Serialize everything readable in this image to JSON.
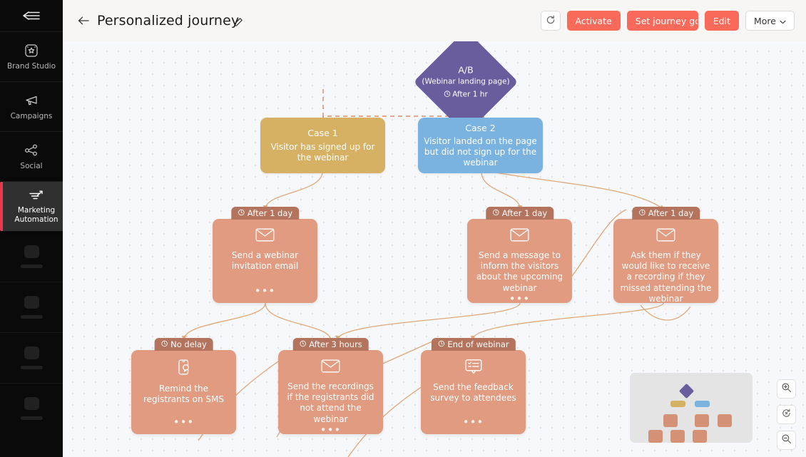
{
  "sidebar": {
    "collapse_icon": "collapse-menu-icon",
    "items": [
      {
        "label": "Brand Studio",
        "icon": "brand-studio-icon",
        "active": false
      },
      {
        "label": "Campaigns",
        "icon": "megaphone-icon",
        "active": false
      },
      {
        "label": "Social",
        "icon": "share-nodes-icon",
        "active": false
      },
      {
        "label": "Marketing Automation",
        "icon": "automation-funnel-icon",
        "active": true
      }
    ],
    "placeholder_count": 4
  },
  "header": {
    "back_icon": "back-arrow-icon",
    "title": "Personalized journey",
    "edit_title_icon": "pencil-icon",
    "refresh_icon": "refresh-icon",
    "activate_label": "Activate",
    "goal_label": "Set journey goal",
    "edit_label": "Edit",
    "more_label": "More",
    "more_chevron": "chevron-down-icon",
    "accent_color": "#fa6a5a"
  },
  "canvas": {
    "colors": {
      "split": "#695d9e",
      "case_a": "#d6b163",
      "case_b": "#7ab3e0",
      "action": "#e09b80",
      "delay_badge": "#b4735c",
      "edge": "#dfa878",
      "dashed_edge": "#d2794a"
    },
    "split_node": {
      "title": "A/B",
      "subtitle": "(Webinar landing page)",
      "delay": "After 1 hr",
      "delay_icon": "clock-icon"
    },
    "cases": [
      {
        "title": "Case 1",
        "desc": "Visitor has signed up for the webinar"
      },
      {
        "title": "Case 2",
        "desc": "Visitor landed on the page but did not sign up for the webinar"
      }
    ],
    "actions": [
      {
        "delay": "After 1 day",
        "icon": "email-icon",
        "text": "Send a webinar invitation email",
        "menu": "•••"
      },
      {
        "delay": "After 1 day",
        "icon": "email-icon",
        "text": "Send a message to inform the visitors about the upcoming webinar",
        "menu": "•••"
      },
      {
        "delay": "After 1 day",
        "icon": "email-icon",
        "text": "Ask them if they would like to receive a recording if they missed attending the webinar",
        "menu": "•••"
      },
      {
        "delay": "No delay",
        "icon": "sms-icon",
        "text": "Remind the registrants on SMS",
        "menu": "•••"
      },
      {
        "delay": "After 3 hours",
        "icon": "email-icon",
        "text": "Send the recordings if the registrants did not attend the webinar",
        "menu": "•••"
      },
      {
        "delay": "End of webinar",
        "icon": "survey-icon",
        "text": "Send the feedback survey to attendees",
        "menu": "•••"
      }
    ],
    "minimap": {
      "name": "minimap"
    },
    "zoom_controls": [
      {
        "icon": "zoom-in-icon"
      },
      {
        "icon": "reset-zoom-icon"
      },
      {
        "icon": "zoom-out-icon"
      }
    ]
  }
}
